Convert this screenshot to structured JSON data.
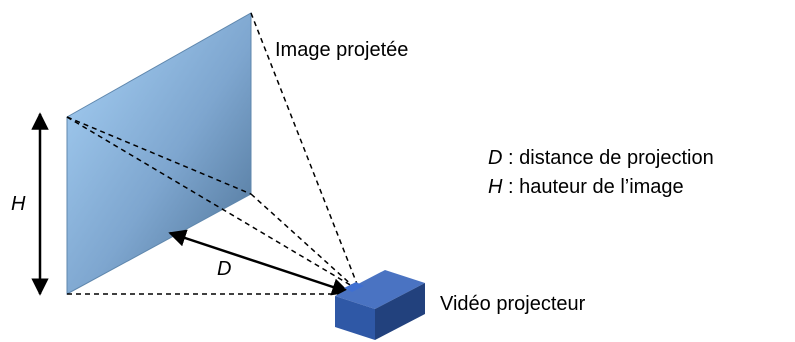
{
  "labels": {
    "image": "Image projetée",
    "projector": "Vidéo projecteur",
    "height_symbol": "H",
    "distance_symbol": "D"
  },
  "legend": [
    {
      "symbol": "D",
      "text": " : distance de projection"
    },
    {
      "symbol": "H",
      "text": " : hauteur de l’image"
    }
  ],
  "colors": {
    "screen_top_left": "#a9d3f7",
    "screen_bottom_right": "#4a6f93",
    "projector_top": "#4a73c2",
    "projector_front": "#2f58a6",
    "projector_side": "#22417d",
    "lens": "#3f6fd1",
    "line": "#000000"
  }
}
